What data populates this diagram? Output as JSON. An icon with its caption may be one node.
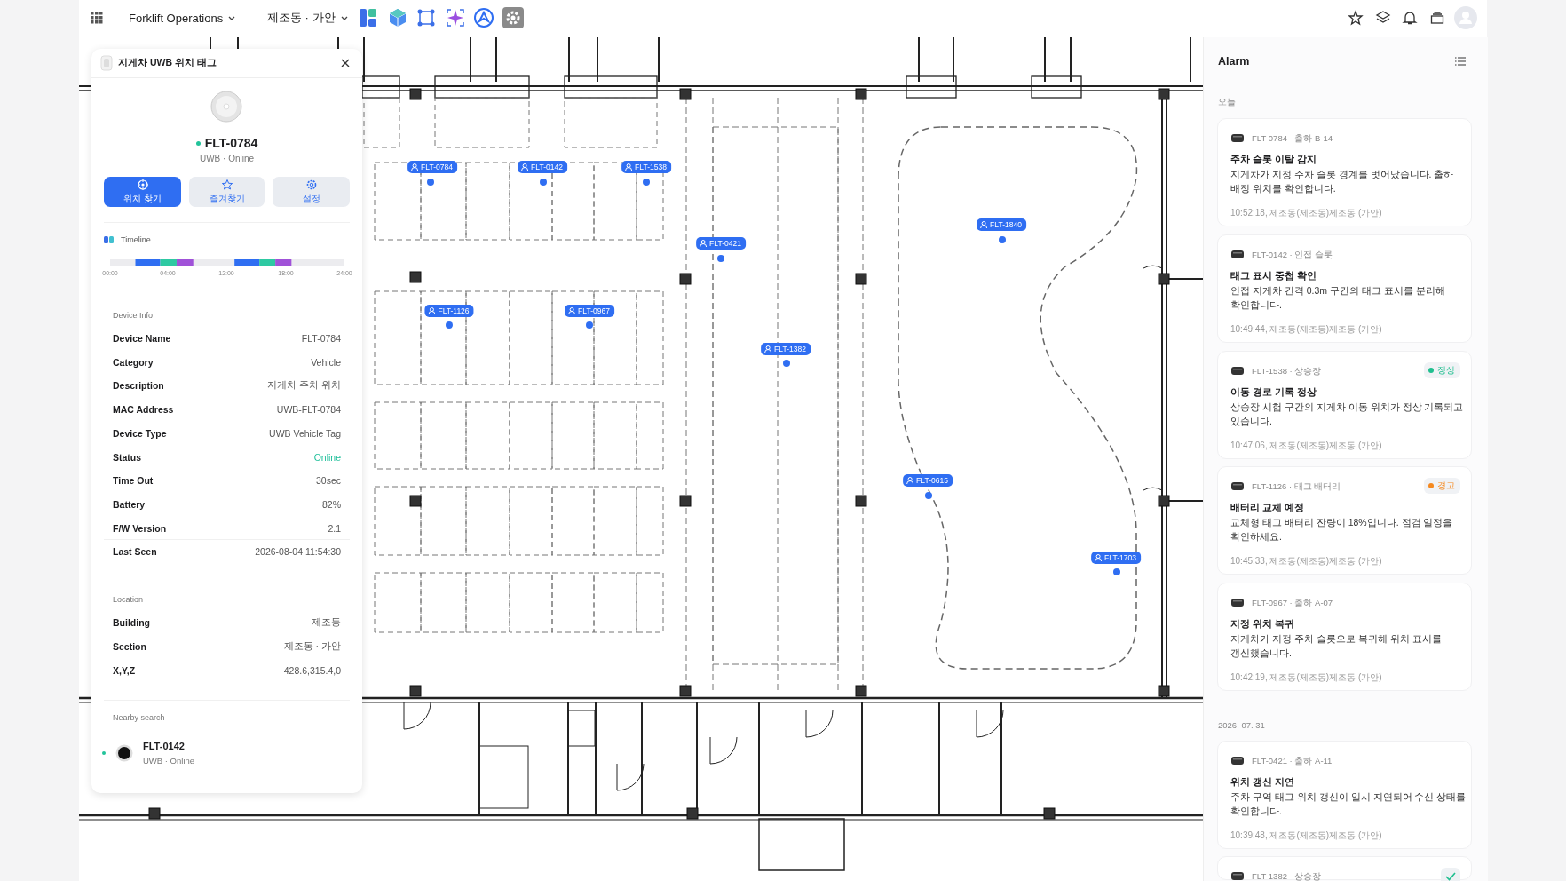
{
  "diagram": {
    "nodes": [
      {
        "text": [
          "지게차 UWB 위치 태그",
          "FLT-0784",
          "UWB · Online"
        ]
      },
      {
        "text": [
          "위치 찾기"
        ],
        "in": 0
      },
      {
        "text": [
          "즐겨찾기"
        ],
        "in": 0
      },
      {
        "text": [
          "설정"
        ],
        "in": 0
      },
      {
        "text": [
          "FLT-0784"
        ]
      },
      {
        "text": [
          "FLT-0142"
        ]
      },
      {
        "text": [
          "FLT-1538"
        ]
      },
      {
        "text": [
          "FLT-1840"
        ]
      },
      {
        "text": [
          "FLT-0421"
        ]
      },
      {
        "text": [
          "FLT-1126"
        ]
      },
      {
        "text": [
          "FLT-0967"
        ]
      },
      {
        "text": [
          "FLT-1382"
        ]
      },
      {
        "text": [
          "FLT-0615"
        ]
      },
      {
        "text": [
          "FLT-1703"
        ]
      },
      {
        "text": [
          "Alarm"
        ]
      },
      {
        "text": [
          "FLT-0784 · 출하 B-14",
          "주차 슬롯 이탈 감지",
          "지게차가 지정 주차 슬롯 경계를 벗어났습니다. 출하 배정 위치를 확인합니다.",
          "10:52:18, 제조동(제조동)제조동 (가안)"
        ],
        "in": 14
      },
      {
        "text": [
          "FLT-0142 · 인접 슬롯",
          "태그 표시 중첩 확인",
          "인접 지게차 간격 0.3m 구간의 태그 표시를 분리해 확인합니다.",
          "10:49:44, 제조동(제조동)제조동 (가안)"
        ],
        "in": 14
      },
      {
        "text": [
          "FLT-1538 · 상승장",
          "이동 경로 기록 정상",
          "상승장 시험 구간의 지게차 이동 위치가 정상 기록되고 있습니다.",
          "10:47:06, 제조동(제조동)제조동 (가안)"
        ],
        "in": 14
      },
      {
        "text": [
          "정상"
        ],
        "in": 17
      },
      {
        "text": [
          "FLT-1126 · 태그 배터리",
          "배터리 교체 예정",
          "교체형 태그 배터리 잔량이 18%입니다. 점검 일정을 확인하세요.",
          "10:45:33, 제조동(제조동)제조동 (가안)"
        ],
        "in": 14
      },
      {
        "text": [
          "경고"
        ],
        "in": 19
      },
      {
        "text": [
          "FLT-0967 · 출하 A-07",
          "지정 위치 복귀",
          "지게차가 지정 주차 슬롯으로 복귀해 위치 표시를 갱신했습니다.",
          "10:42:19, 제조동(제조동)제조동 (가안)"
        ],
        "in": 14
      },
      {
        "text": [
          "FLT-0421 · 출하 A-11",
          "위치 갱신 지연",
          "주차 구역 태그 위치 갱신이 일시 지연되어 수신 상태를 확인합니다.",
          "10:39:48, 제조동(제조동)제조동 (가안)"
        ],
        "in": 14
      },
      {
        "text": [
          "FLT-1382 · 상승장"
        ],
        "in": 14
      },
      {
        "text": [],
        "shape": "box",
        "in": 23
      }
    ],
    "labels": [
      "Forklift Operations",
      "제조동 · 가안",
      "Timeline",
      "00:00",
      "04:00",
      "12:00",
      "18:00",
      "24:00",
      "Device Info",
      "Device Name",
      "FLT-0784",
      "Category",
      "Vehicle",
      "Description",
      "지게차 주차 위치",
      "MAC Address",
      "UWB-FLT-0784",
      "Device Type",
      "UWB Vehicle Tag",
      "Status",
      "Online",
      "Time Out",
      "30sec",
      "Battery",
      "82%",
      "F/W Version",
      "2.1",
      "Last Seen",
      "2026-08-04 11:54:30",
      "Location",
      "Building",
      "제조동",
      "Section",
      "제조동 · 가안",
      "X,Y,Z",
      "428.6,315.4,0",
      "Nearby search",
      "FLT-0142",
      "UWB · Online",
      "오늘",
      "2026. 07. 31"
    ]
  }
}
